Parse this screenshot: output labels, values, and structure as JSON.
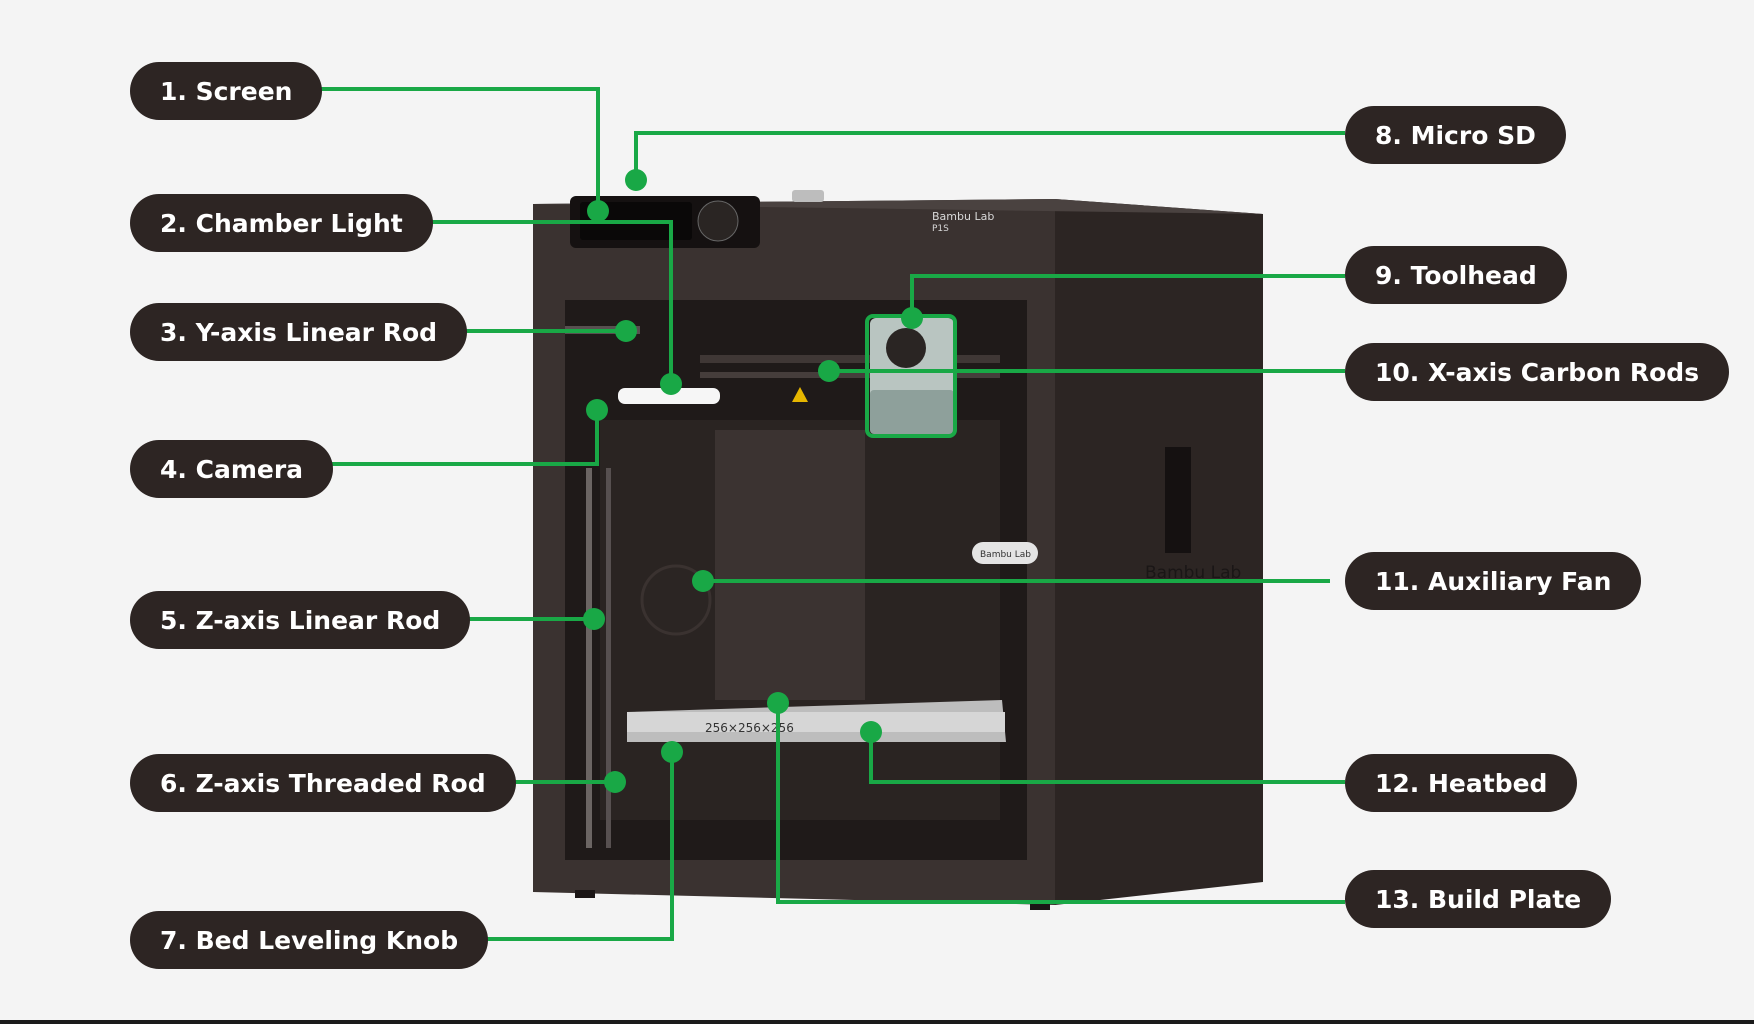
{
  "diagram": {
    "line_color": "#19a846",
    "pill_color": "#2d2523",
    "labels": [
      {
        "id": "screen",
        "text": "1. Screen"
      },
      {
        "id": "chamber-light",
        "text": "2. Chamber Light"
      },
      {
        "id": "y-axis-linear-rod",
        "text": "3. Y-axis Linear Rod"
      },
      {
        "id": "camera",
        "text": "4. Camera"
      },
      {
        "id": "z-axis-linear-rod",
        "text": "5. Z-axis Linear Rod"
      },
      {
        "id": "z-axis-threaded-rod",
        "text": "6. Z-axis Threaded Rod"
      },
      {
        "id": "bed-leveling-knob",
        "text": "7. Bed Leveling Knob"
      },
      {
        "id": "micro-sd",
        "text": "8. Micro SD"
      },
      {
        "id": "toolhead",
        "text": "9. Toolhead"
      },
      {
        "id": "x-axis-carbon-rods",
        "text": "10. X-axis Carbon Rods"
      },
      {
        "id": "auxiliary-fan",
        "text": "11. Auxiliary Fan"
      },
      {
        "id": "heatbed",
        "text": "12. Heatbed"
      },
      {
        "id": "build-plate",
        "text": "13. Build Plate"
      }
    ]
  },
  "printer": {
    "brand_text": "Bambu Lab",
    "model_text": "P1S",
    "door_badge_text": "Bambu Lab",
    "side_logo_text": "Bambu Lab",
    "plate_text": "256×256×256"
  }
}
